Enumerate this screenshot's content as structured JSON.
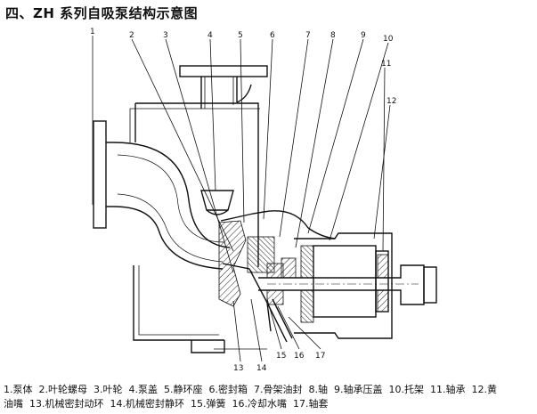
{
  "title": "四、ZH 系列自吸泵结构示意图",
  "callouts": [
    "1",
    "2",
    "3",
    "4",
    "5",
    "6",
    "7",
    "8",
    "9",
    "10",
    "11",
    "12",
    "13",
    "14",
    "15",
    "16",
    "17"
  ],
  "legend": [
    "1.泵体",
    "2.叶轮螺母",
    "3.叶轮",
    "4.泵盖",
    "5.静环座",
    "6.密封箱",
    "7.骨架油封",
    "8.轴",
    "9.轴承压盖",
    "10.托架",
    "11.轴承",
    "12.黄",
    "油嘴",
    "13.机械密封动环",
    "14.机械密封静环",
    "15.弹簧",
    "16.冷却水嘴",
    "17.轴套"
  ]
}
